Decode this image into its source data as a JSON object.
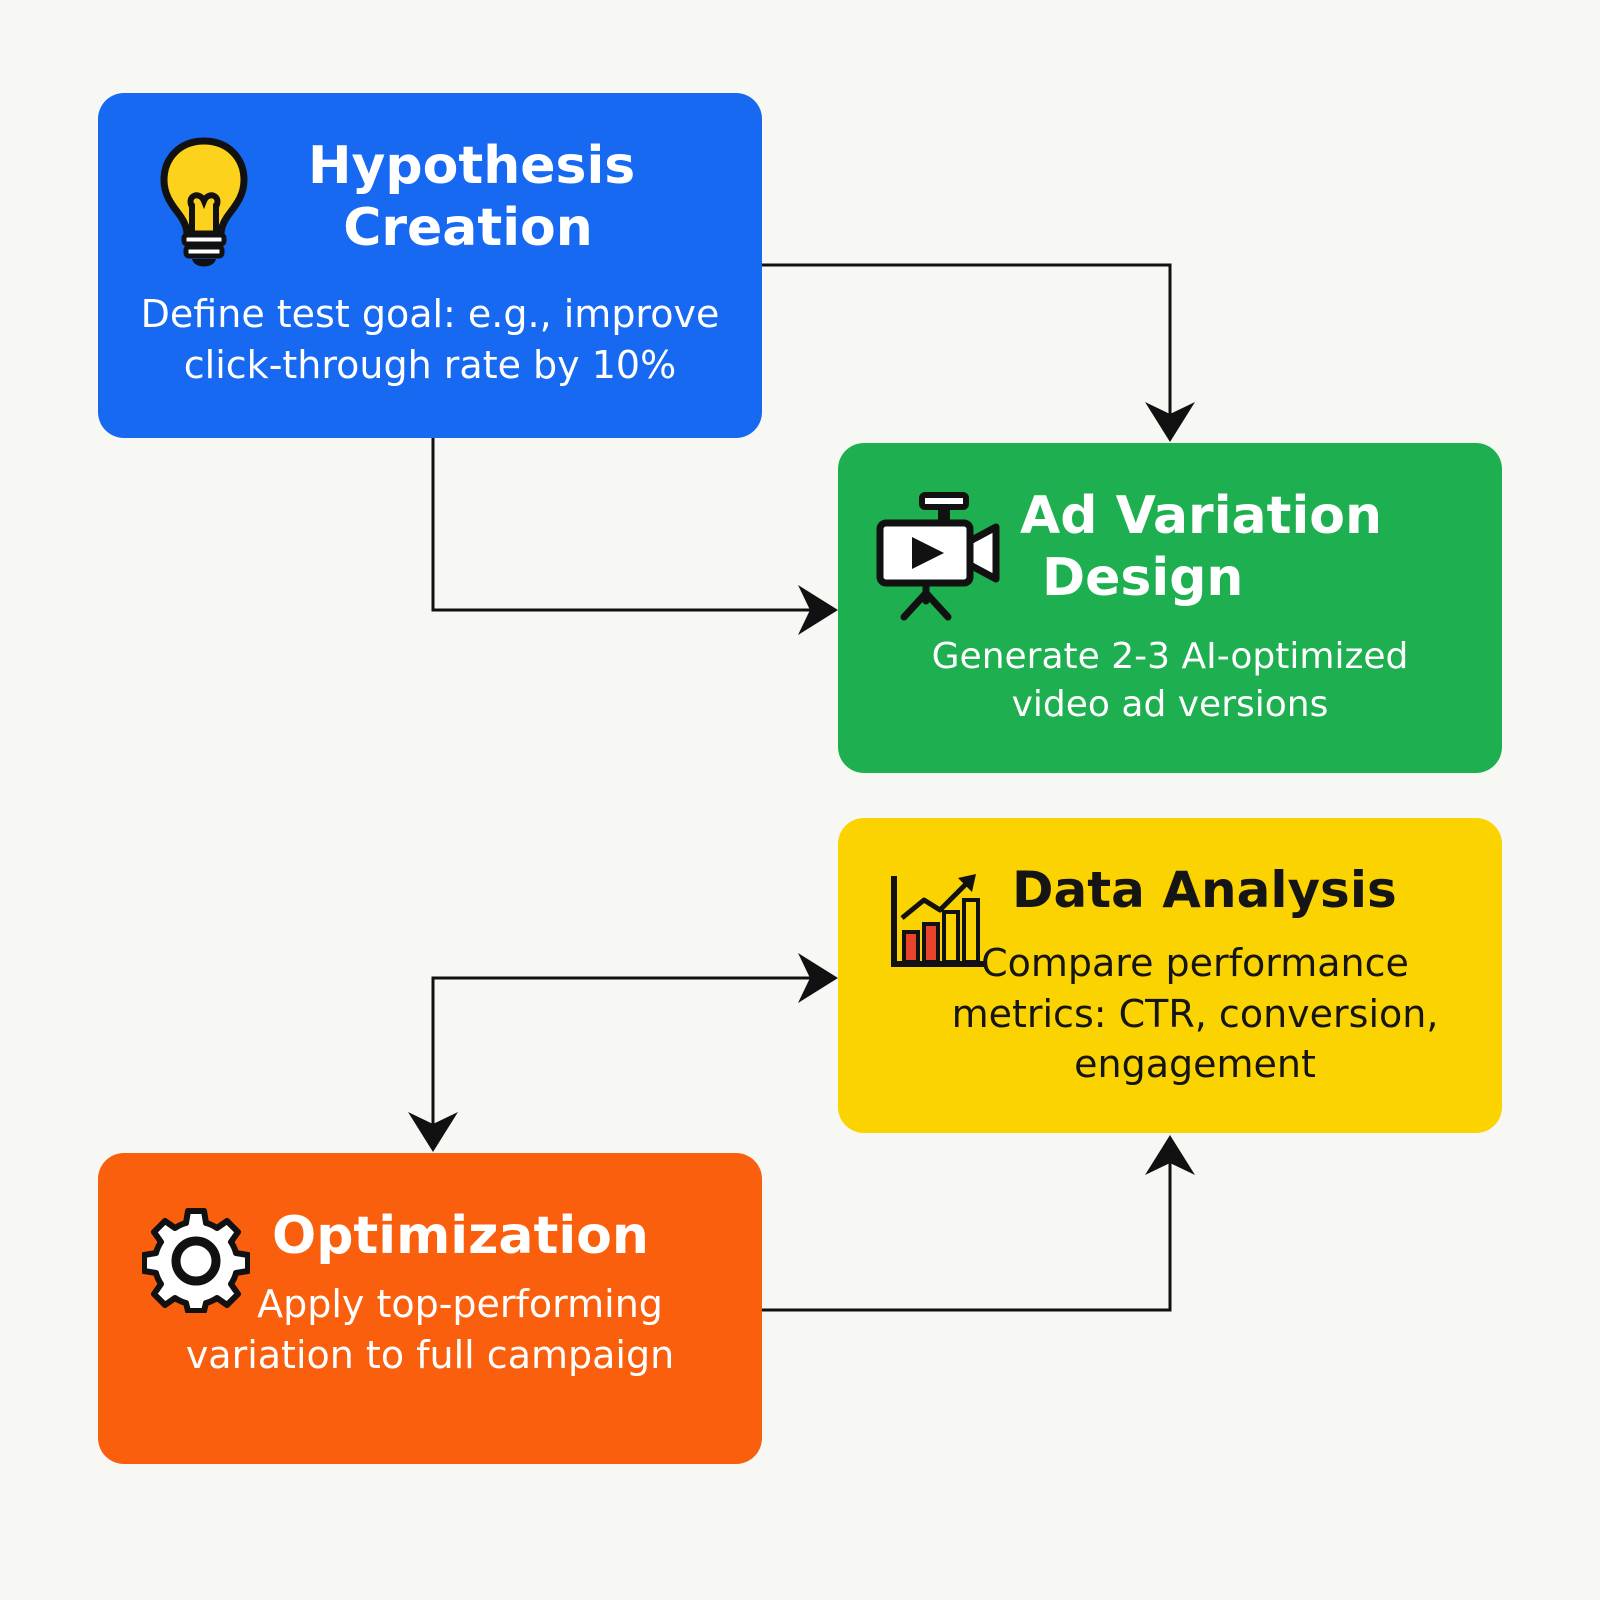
{
  "steps": {
    "hypothesis": {
      "title_line1": "Hypothesis",
      "title_line2": "Creation",
      "desc_line1": "Define test goal: e.g., improve",
      "desc_line2": "click-through rate by 10%",
      "icon": "lightbulb-icon",
      "color": "#1769f2"
    },
    "advariation": {
      "title_line1": "Ad Variation",
      "title_line2": "Design",
      "desc_line1": "Generate 2-3 AI-optimized",
      "desc_line2": "video ad versions",
      "icon": "video-camera-icon",
      "color": "#1eb050"
    },
    "analysis": {
      "title_line1": "Data Analysis",
      "desc_line1": "Compare performance",
      "desc_line2": "metrics: CTR, conversion,",
      "desc_line3": "engagement",
      "icon": "bar-chart-icon",
      "color": "#fbd300"
    },
    "optimization": {
      "title_line1": "Optimization",
      "desc_line1": "Apply top-performing",
      "desc_line2": "variation to full campaign",
      "icon": "gear-icon",
      "color": "#fa5f0e"
    }
  }
}
